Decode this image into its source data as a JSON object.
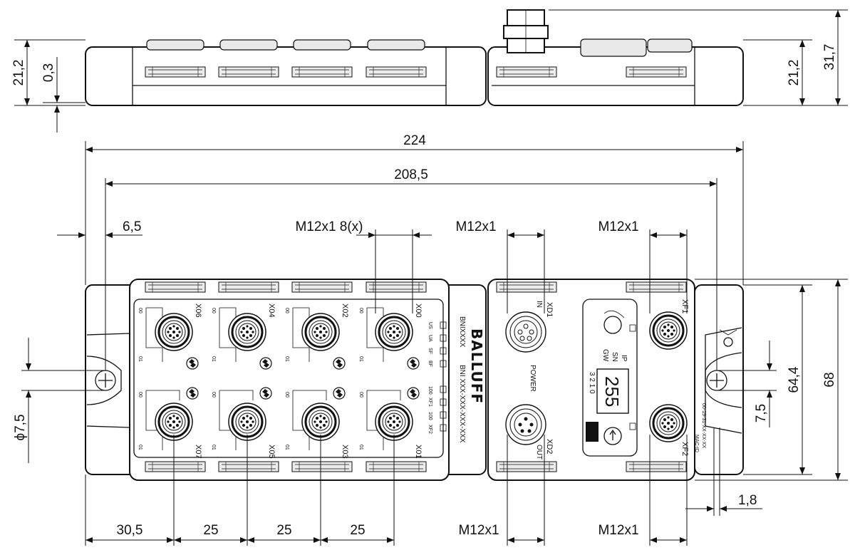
{
  "drawing": {
    "brand": "BALLUFF",
    "model_top": "BNIXXXX",
    "model_full": "BNI XXX-XXX-XXX-XXX",
    "power_label": "POWER",
    "in_label": "IN",
    "out_label": "OUT",
    "display_value": "255",
    "ip_label": "IP",
    "sn_label": "SN",
    "gw_label": "GW",
    "bits_label": "3 2 1 0",
    "serial_label": "00-19-31-XX-XX-XX",
    "mac_label": "MAC-ID",
    "port_labels": {
      "x00": "X00",
      "x01": "X01",
      "x02": "X02",
      "x03": "X03",
      "x04": "X04",
      "x05": "X05",
      "x06": "X06",
      "x07": "X07",
      "xd1": "XD1",
      "xd2": "XD2",
      "xf1": "XF1",
      "xf2": "XF2"
    },
    "pin_labels": {
      "p00": "00",
      "p01": "01"
    },
    "led_labels": [
      "US",
      "UA",
      "SF",
      "BF",
      "100",
      "XF1",
      "100",
      "XF2"
    ]
  },
  "dimensions": {
    "d_21_2_left": "21,2",
    "d_0_3": "0,3",
    "d_21_2_right": "21,2",
    "d_31_7": "31,7",
    "d_224": "224",
    "d_208_5": "208,5",
    "d_6_5": "6,5",
    "d_m12_8x": "M12x1 8(x)",
    "d_m12_in": "M12x1",
    "d_m12_xf_top": "M12x1",
    "d_phi_7_5": "ϕ7,5",
    "d_64_4": "64,4",
    "d_68": "68",
    "d_7_5": "7,5",
    "d_1_8": "1,8",
    "d_30_5": "30,5",
    "d_25_a": "25",
    "d_25_b": "25",
    "d_25_c": "25",
    "d_m12_bottom_mid": "M12x1",
    "d_m12_bottom_right": "M12x1"
  }
}
